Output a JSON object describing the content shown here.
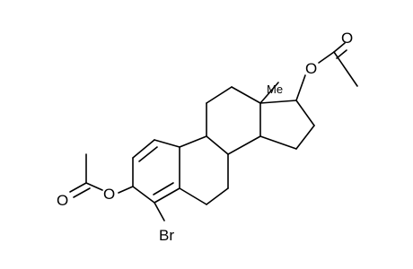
{
  "molecule": {
    "labels": {
      "o_ketone_left": "O",
      "o_ester_left": "O",
      "o_ketone_right": "O",
      "o_ester_right": "O",
      "bromine": "Br",
      "methyl": "Me"
    }
  }
}
